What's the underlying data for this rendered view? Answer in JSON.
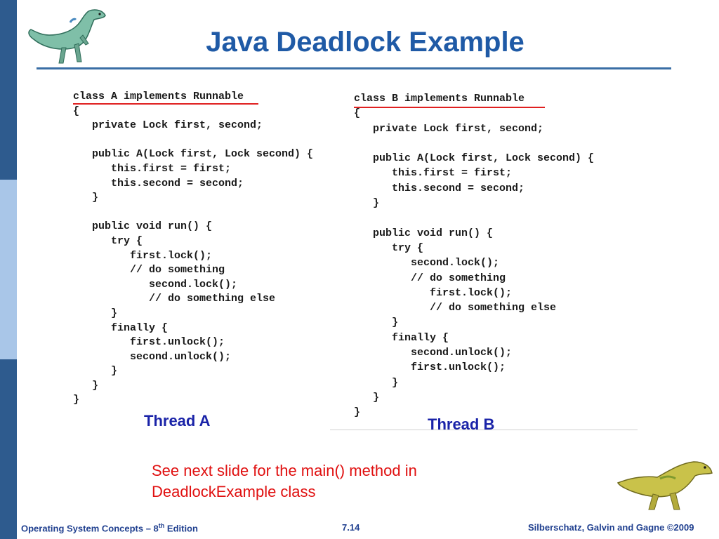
{
  "slide": {
    "title": "Java Deadlock Example",
    "note": "See next slide for the main() method in DeadlockExample class"
  },
  "code_a": {
    "lines": [
      "class A implements Runnable",
      "{",
      "   private Lock first, second;",
      "",
      "   public A(Lock first, Lock second) {",
      "      this.first = first;",
      "      this.second = second;",
      "   }",
      "",
      "   public void run() {",
      "      try {",
      "         first.lock();",
      "         // do something",
      "            second.lock();",
      "            // do something else",
      "      }",
      "      finally {",
      "         first.unlock();",
      "         second.unlock();",
      "      }",
      "   }",
      "}"
    ],
    "label": "Thread A"
  },
  "code_b": {
    "lines": [
      "class B implements Runnable",
      "{",
      "   private Lock first, second;",
      "",
      "   public A(Lock first, Lock second) {",
      "      this.first = first;",
      "      this.second = second;",
      "   }",
      "",
      "   public void run() {",
      "      try {",
      "         second.lock();",
      "         // do something",
      "            first.lock();",
      "            // do something else",
      "      }",
      "      finally {",
      "         second.unlock();",
      "         first.unlock();",
      "      }",
      "   }",
      "}"
    ],
    "label": "Thread B"
  },
  "footer": {
    "left_prefix": "Operating System Concepts – 8",
    "left_sup": "th",
    "left_suffix": " Edition",
    "center": "7.14",
    "right": "Silberschatz, Galvin and Gagne ©2009"
  },
  "colors": {
    "title": "#1f5aa6",
    "underline": "#e02020",
    "thread_label": "#1a23a8",
    "note": "#e01010",
    "sidebar_dark": "#2e5b8e",
    "sidebar_light": "#a9c6e8"
  },
  "icons": {
    "top_left": "dinosaur-icon",
    "bottom_right": "dinosaur-icon"
  }
}
